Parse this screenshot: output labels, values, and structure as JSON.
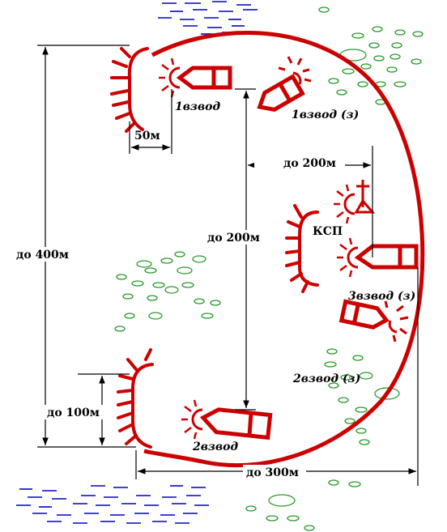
{
  "labels": {
    "dim_50": "50м",
    "dim_200_vertical": "до 200м",
    "dim_200_horizontal": "до 200м",
    "dim_400": "до 400м",
    "dim_100": "до 100м",
    "dim_300": "до 300м",
    "vzvod_1": "1взвод",
    "vzvod_1_z": "1взвод (з)",
    "vzvod_2": "2взвод",
    "vzvod_2_z": "2взвод (з)",
    "vzvod_3_z": "3взвод (з)",
    "ksp": "КСП"
  },
  "colors": {
    "unit": "#cc0000",
    "water": "#0000cc",
    "marsh": "#2a9a2a",
    "dimension": "#000000"
  },
  "icons": [
    "ground-terrain-icon",
    "marsh-terrain-icon",
    "water-terrain-icon",
    "platoon-icon",
    "command-post-flag-icon"
  ]
}
